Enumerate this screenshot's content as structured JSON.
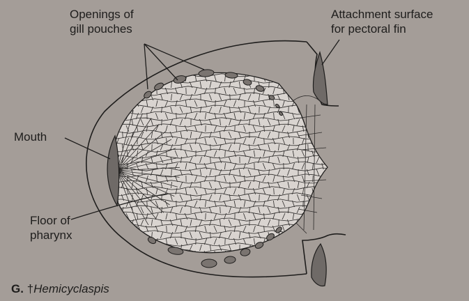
{
  "labels": {
    "gill_pouches": "Openings of\ngill pouches",
    "pectoral_fin": "Attachment surface\nfor pectoral fin",
    "mouth": "Mouth",
    "floor_pharynx": "Floor of\npharynx"
  },
  "caption": {
    "letter": "G.",
    "dagger": "†",
    "genus": "Hemicyclaspis"
  },
  "colors": {
    "background": "#a49d98",
    "ink": "#1e1d1c",
    "mosaic_fill": "#d9d4d0",
    "dark_fill": "#6f6a67"
  }
}
